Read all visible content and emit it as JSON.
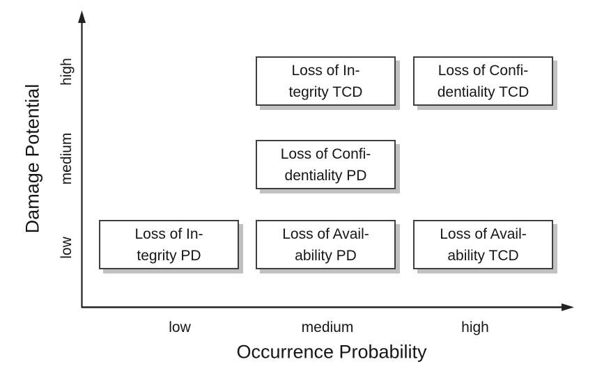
{
  "figure": {
    "x_axis": {
      "label": "Occurrence Probability",
      "ticks": [
        "low",
        "medium",
        "high"
      ]
    },
    "y_axis": {
      "label": "Damage Potential",
      "ticks": [
        "low",
        "medium",
        "high"
      ]
    },
    "boxes": [
      {
        "id": "loss-integrity-tcd",
        "x": "medium",
        "y": "high",
        "line1": "Loss of In-",
        "line2": "tegrity TCD",
        "label": "Loss of Integrity TCD"
      },
      {
        "id": "loss-confidentiality-tcd",
        "x": "high",
        "y": "high",
        "line1": "Loss of Confi-",
        "line2": "dentiality TCD",
        "label": "Loss of Confidentiality TCD"
      },
      {
        "id": "loss-confidentiality-pd",
        "x": "medium",
        "y": "medium",
        "line1": "Loss of Confi-",
        "line2": "dentiality PD",
        "label": "Loss of Confidentiality PD"
      },
      {
        "id": "loss-integrity-pd",
        "x": "low",
        "y": "low",
        "line1": "Loss of In-",
        "line2": "tegrity PD",
        "label": "Loss of Integrity PD"
      },
      {
        "id": "loss-availability-pd",
        "x": "medium",
        "y": "low",
        "line1": "Loss of Avail-",
        "line2": "ability PD",
        "label": "Loss of Availability PD"
      },
      {
        "id": "loss-availability-tcd",
        "x": "high",
        "y": "low",
        "line1": "Loss of Avail-",
        "line2": "ability TCD",
        "label": "Loss of Availability TCD"
      }
    ],
    "colors": {
      "axis": "#222222",
      "box_border": "#3f3f3f",
      "box_shadow": "#c1c1c1",
      "text": "#161616",
      "background": "#ffffff"
    }
  },
  "chart_data": {
    "type": "scatter",
    "title": "",
    "xlabel": "Occurrence Probability",
    "ylabel": "Damage Potential",
    "x_ticks": [
      "low",
      "medium",
      "high"
    ],
    "y_ticks": [
      "low",
      "medium",
      "high"
    ],
    "grid": false,
    "legend": false,
    "points": [
      {
        "label": "Loss of Integrity TCD",
        "x": "medium",
        "y": "high"
      },
      {
        "label": "Loss of Confidentiality TCD",
        "x": "high",
        "y": "high"
      },
      {
        "label": "Loss of Confidentiality PD",
        "x": "medium",
        "y": "medium"
      },
      {
        "label": "Loss of Integrity PD",
        "x": "low",
        "y": "low"
      },
      {
        "label": "Loss of Availability PD",
        "x": "medium",
        "y": "low"
      },
      {
        "label": "Loss of Availability TCD",
        "x": "high",
        "y": "low"
      }
    ]
  }
}
